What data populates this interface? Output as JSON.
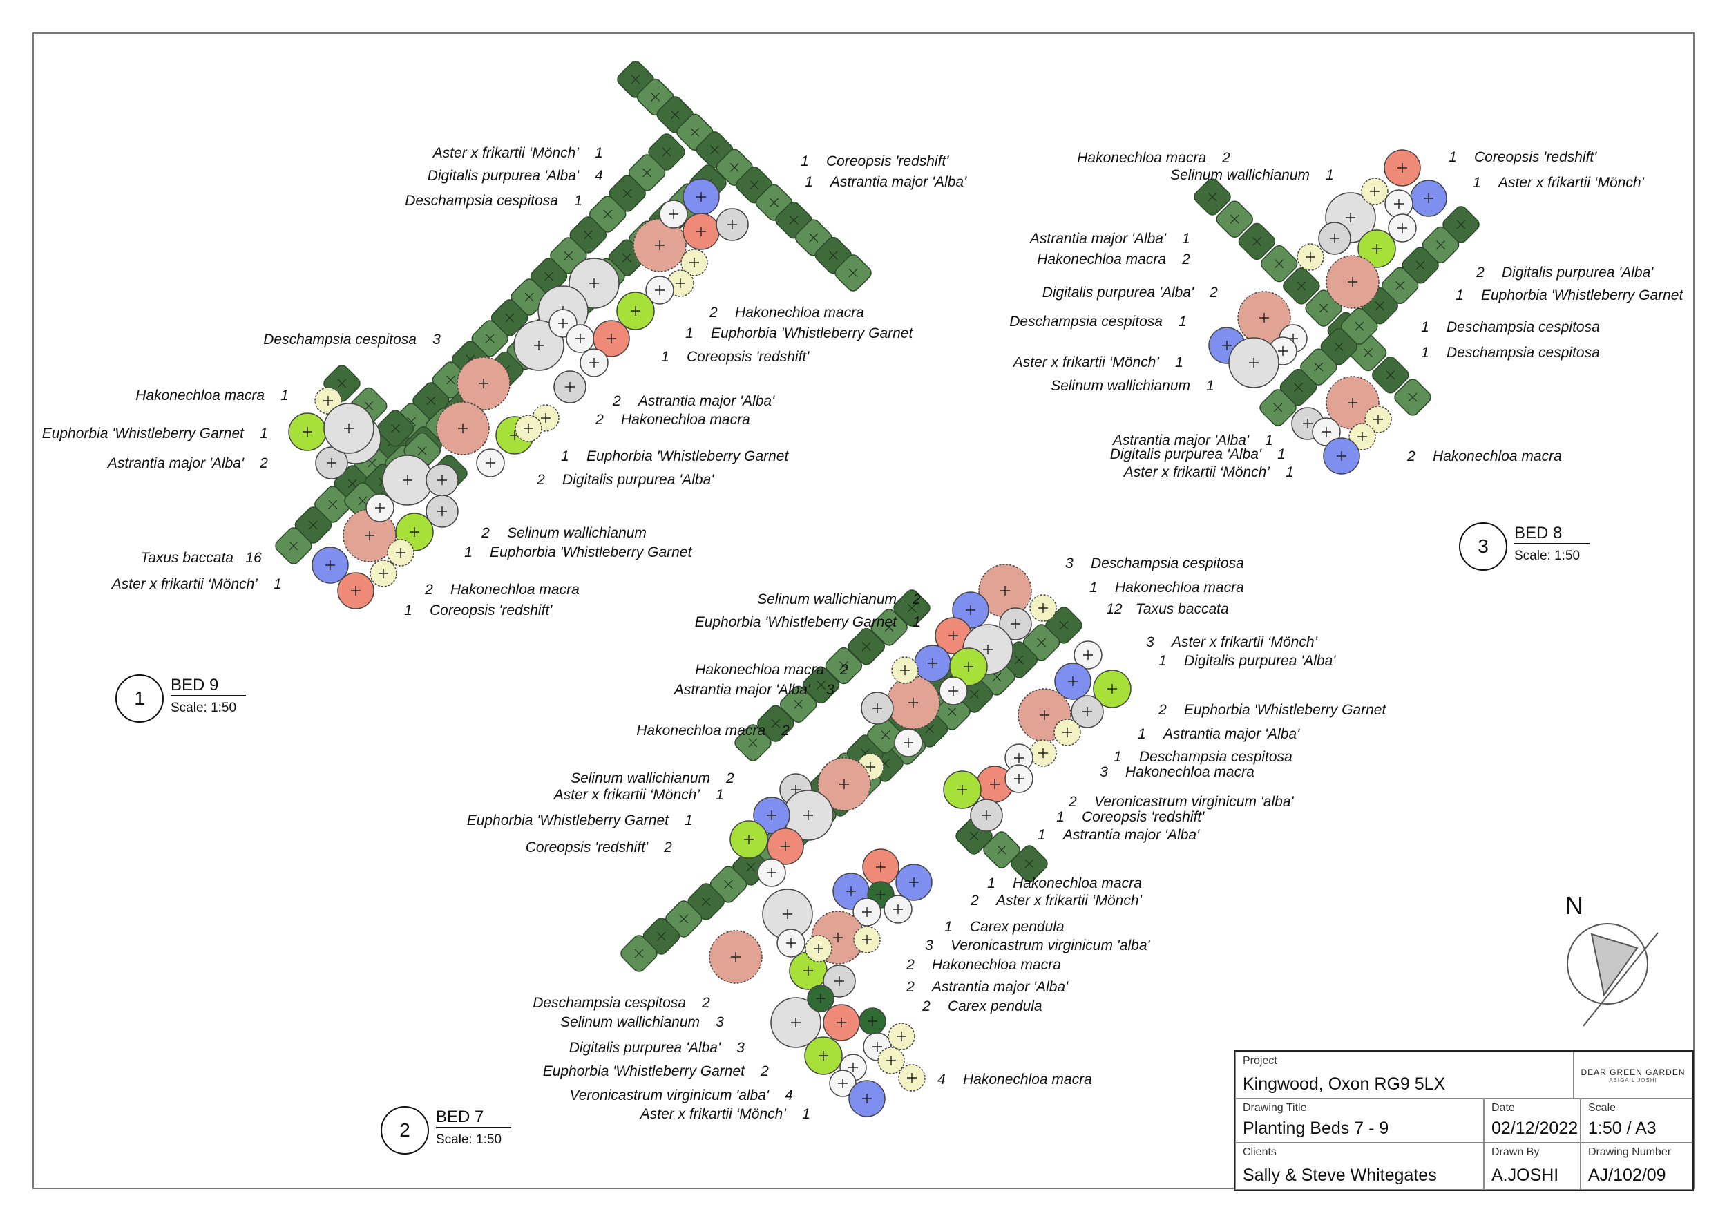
{
  "beds": [
    {
      "number": "1",
      "name": "BED 9",
      "scale": "Scale: 1:50"
    },
    {
      "number": "2",
      "name": "BED 7",
      "scale": "Scale: 1:50"
    },
    {
      "number": "3",
      "name": "BED 8",
      "scale": "Scale: 1:50"
    }
  ],
  "labels_bed9_left": [
    {
      "name": "Aster x frikartii ‘Mönch’",
      "qty": "1"
    },
    {
      "name": "Digitalis purpurea 'Alba'",
      "qty": "4"
    },
    {
      "name": "Deschampsia cespitosa",
      "qty": "1"
    },
    {
      "name": "Deschampsia cespitosa",
      "qty": "3"
    },
    {
      "name": "Hakonechloa macra",
      "qty": "1"
    },
    {
      "name": "Euphorbia 'Whistleberry Garnet",
      "qty": "1"
    },
    {
      "name": "Astrantia major 'Alba'",
      "qty": "2"
    },
    {
      "name": "Taxus baccata",
      "qty": "16"
    },
    {
      "name": "Aster x frikartii ‘Mönch’",
      "qty": "1"
    }
  ],
  "labels_bed9_right": [
    {
      "qty": "1",
      "name": "Coreopsis 'redshift'"
    },
    {
      "qty": "1",
      "name": "Astrantia major 'Alba'"
    },
    {
      "qty": "2",
      "name": "Hakonechloa macra"
    },
    {
      "qty": "1",
      "name": "Euphorbia 'Whistleberry Garnet"
    },
    {
      "qty": "1",
      "name": "Coreopsis 'redshift'"
    },
    {
      "qty": "2",
      "name": "Astrantia major 'Alba'"
    },
    {
      "qty": "2",
      "name": "Hakonechloa macra"
    },
    {
      "qty": "1",
      "name": "Euphorbia 'Whistleberry Garnet"
    },
    {
      "qty": "2",
      "name": "Digitalis purpurea 'Alba'"
    },
    {
      "qty": "2",
      "name": "Selinum wallichianum"
    },
    {
      "qty": "1",
      "name": "Euphorbia 'Whistleberry Garnet"
    },
    {
      "qty": "2",
      "name": "Hakonechloa macra"
    },
    {
      "qty": "1",
      "name": "Coreopsis 'redshift'"
    }
  ],
  "labels_bed8_left": [
    {
      "name": "Hakonechloa macra",
      "qty": "2"
    },
    {
      "name": "Selinum wallichianum",
      "qty": "1"
    },
    {
      "name": "Astrantia major 'Alba'",
      "qty": "1"
    },
    {
      "name": "Hakonechloa macra",
      "qty": "2"
    },
    {
      "name": "Digitalis purpurea 'Alba'",
      "qty": "2"
    },
    {
      "name": "Deschampsia cespitosa",
      "qty": "1"
    },
    {
      "name": "Aster x frikartii ‘Mönch’",
      "qty": "1"
    },
    {
      "name": "Selinum wallichianum",
      "qty": "1"
    },
    {
      "name": "Astrantia major 'Alba'",
      "qty": "1"
    },
    {
      "name": "Digitalis purpurea 'Alba'",
      "qty": "1"
    },
    {
      "name": "Aster x frikartii ‘Mönch’",
      "qty": "1"
    }
  ],
  "labels_bed8_right": [
    {
      "qty": "1",
      "name": "Coreopsis 'redshift'"
    },
    {
      "qty": "1",
      "name": "Aster x frikartii ‘Mönch’"
    },
    {
      "qty": "2",
      "name": "Digitalis purpurea 'Alba'"
    },
    {
      "qty": "1",
      "name": "Euphorbia 'Whistleberry Garnet"
    },
    {
      "qty": "1",
      "name": "Deschampsia cespitosa"
    },
    {
      "qty": "1",
      "name": "Deschampsia cespitosa"
    },
    {
      "qty": "2",
      "name": "Hakonechloa macra"
    }
  ],
  "labels_bed7_left": [
    {
      "name": "Selinum wallichianum",
      "qty": "2"
    },
    {
      "name": "Euphorbia 'Whistleberry Garnet",
      "qty": "1"
    },
    {
      "name": "Hakonechloa macra",
      "qty": "2"
    },
    {
      "name": "Astrantia major 'Alba'",
      "qty": "3"
    },
    {
      "name": "Hakonechloa macra",
      "qty": "2"
    },
    {
      "name": "Selinum wallichianum",
      "qty": "2"
    },
    {
      "name": "Aster x frikartii ‘Mönch’",
      "qty": "1"
    },
    {
      "name": "Euphorbia 'Whistleberry Garnet",
      "qty": "1"
    },
    {
      "name": "Coreopsis 'redshift'",
      "qty": "2"
    },
    {
      "name": "Deschampsia cespitosa",
      "qty": "2"
    },
    {
      "name": "Selinum wallichianum",
      "qty": "3"
    },
    {
      "name": "Digitalis purpurea 'Alba'",
      "qty": "3"
    },
    {
      "name": "Euphorbia 'Whistleberry Garnet",
      "qty": "2"
    },
    {
      "name": "Veronicastrum virginicum 'alba'",
      "qty": "4"
    },
    {
      "name": "Aster x frikartii ‘Mönch’",
      "qty": "1"
    }
  ],
  "labels_bed7_right": [
    {
      "qty": "3",
      "name": "Deschampsia cespitosa"
    },
    {
      "qty": "1",
      "name": "Hakonechloa macra"
    },
    {
      "qty": "12",
      "name": "Taxus baccata"
    },
    {
      "qty": "3",
      "name": "Aster x frikartii ‘Mönch’"
    },
    {
      "qty": "1",
      "name": "Digitalis purpurea 'Alba'"
    },
    {
      "qty": "2",
      "name": "Euphorbia 'Whistleberry Garnet"
    },
    {
      "qty": "1",
      "name": "Astrantia major 'Alba'"
    },
    {
      "qty": "1",
      "name": "Deschampsia cespitosa"
    },
    {
      "qty": "3",
      "name": "Hakonechloa macra"
    },
    {
      "qty": "2",
      "name": "Veronicastrum virginicum 'alba'"
    },
    {
      "qty": "1",
      "name": "Coreopsis 'redshift'"
    },
    {
      "qty": "1",
      "name": "Astrantia major 'Alba'"
    },
    {
      "qty": "1",
      "name": "Hakonechloa macra"
    },
    {
      "qty": "2",
      "name": "Aster x frikartii ‘Mönch’"
    },
    {
      "qty": "1",
      "name": "Carex pendula"
    },
    {
      "qty": "3",
      "name": "Veronicastrum virginicum 'alba'"
    },
    {
      "qty": "2",
      "name": "Hakonechloa macra"
    },
    {
      "qty": "2",
      "name": "Astrantia major 'Alba'"
    },
    {
      "qty": "2",
      "name": "Carex pendula"
    },
    {
      "qty": "4",
      "name": "Hakonechloa macra"
    }
  ],
  "north": {
    "label": "N"
  },
  "title_block": {
    "project_caption": "Project",
    "project": "Kingwood, Oxon RG9 5LX",
    "logo_line1": "DEAR GREEN GARDEN",
    "logo_line2": "ABIGAIL JOSHI",
    "drawing_title_caption": "Drawing Title",
    "drawing_title": "Planting Beds 7 - 9",
    "date_caption": "Date",
    "date": "02/12/2022",
    "scale_caption": "Scale",
    "scale": "1:50 / A3",
    "clients_caption": "Clients",
    "clients": "Sally & Steve Whitegates",
    "drawn_by_caption": "Drawn By",
    "drawn_by": "A.JOSHI",
    "drawing_number_caption": "Drawing Number",
    "drawing_number": "AJ/102/09"
  },
  "colors": {
    "taxus": "#5e8f57",
    "taxus_dark": "#3f6b3b",
    "aster": "#7f8ff0",
    "coreopsis": "#f08a78",
    "digitalis": "#f4f4f4",
    "astrantia": "#d6d6d6",
    "euphorbia": "#a8e03a",
    "hakonechloa": "#f2f2c4",
    "deschampsia": "#e0a394",
    "selinum": "#e0e0e0",
    "carex": "#2f6b33",
    "veronicastrum": "#f7f7f7"
  }
}
